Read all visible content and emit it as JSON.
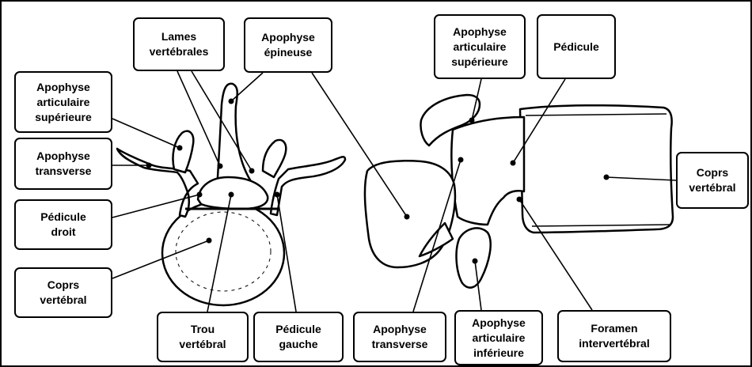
{
  "labels": {
    "lames_vertebrales": "Lames\nvertébrales",
    "apophyse_epineuse": "Apophyse\népineuse",
    "apophyse_art_sup_left": "Apophyse\narticulaire\nsupérieure",
    "apophyse_transverse_left": "Apophyse\ntransverse",
    "pedicule_droit": "Pédicule\ndroit",
    "coprs_vertebral_left": "Coprs\nvertébral",
    "trou_vertebral": "Trou\nvertébral",
    "pedicule_gauche": "Pédicule\ngauche",
    "apophyse_transverse_right": "Apophyse\ntransverse",
    "apophyse_art_inf": "Apophyse\narticulaire\ninférieure",
    "foramen_intervertebral": "Foramen\nintervertébral",
    "apophyse_art_sup_right": "Apophyse\narticulaire\nsupérieure",
    "pedicule": "Pédicule",
    "coprs_vertebral_right": "Coprs\nvertébral"
  }
}
